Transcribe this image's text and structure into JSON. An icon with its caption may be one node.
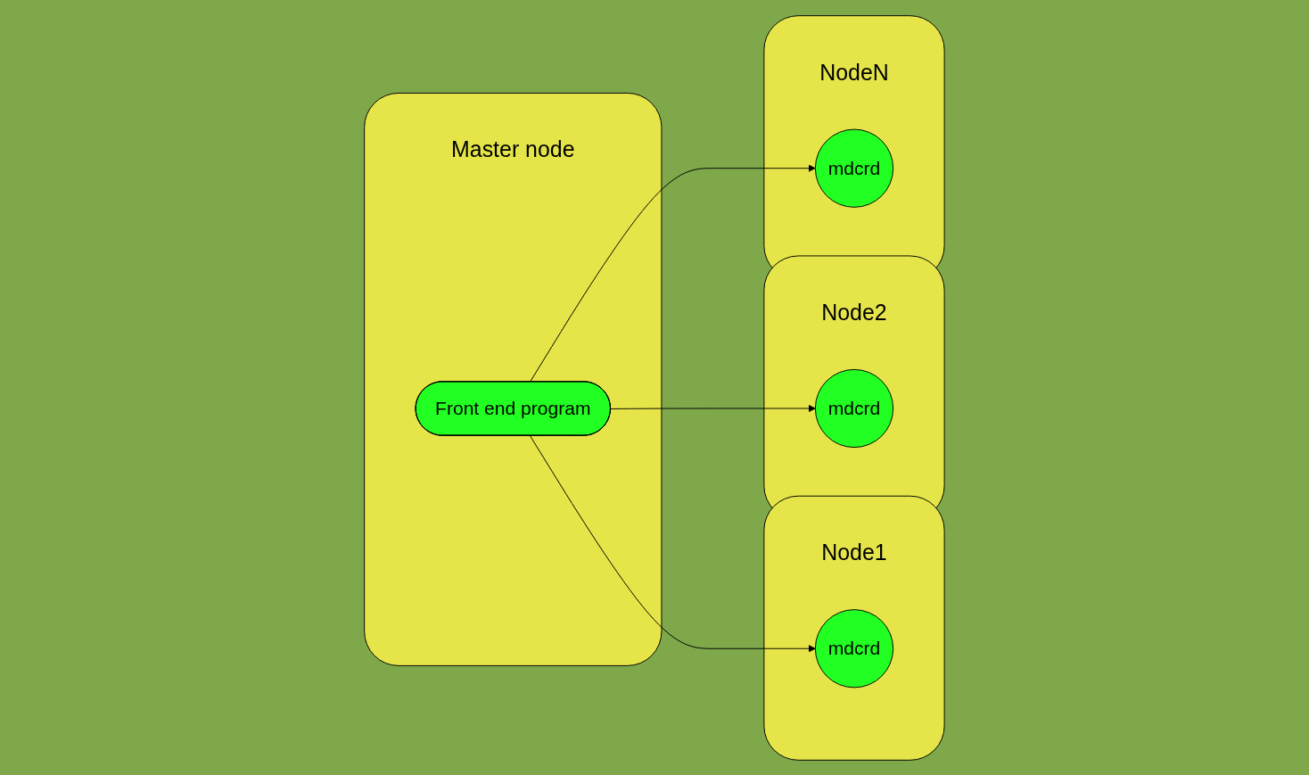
{
  "diagram": {
    "nodes": [
      {
        "text": [
          "Node1"
        ]
      },
      {
        "text": [
          "mdcrd"
        ],
        "in": 0
      },
      {
        "text": [
          "Node2"
        ]
      },
      {
        "text": [
          "mdcrd"
        ],
        "in": 2
      },
      {
        "text": [
          "NodeN"
        ]
      },
      {
        "text": [
          "mdcrd"
        ],
        "in": 4
      },
      {
        "text": [
          "Master node"
        ]
      },
      {
        "text": [
          "Front end program"
        ],
        "in": 6
      }
    ],
    "edges": [
      {
        "from": 7,
        "to": 1,
        "arrow": "to"
      },
      {
        "from": 7,
        "to": 3,
        "arrow": "to"
      },
      {
        "from": 7,
        "to": 5,
        "arrow": "to"
      }
    ]
  }
}
